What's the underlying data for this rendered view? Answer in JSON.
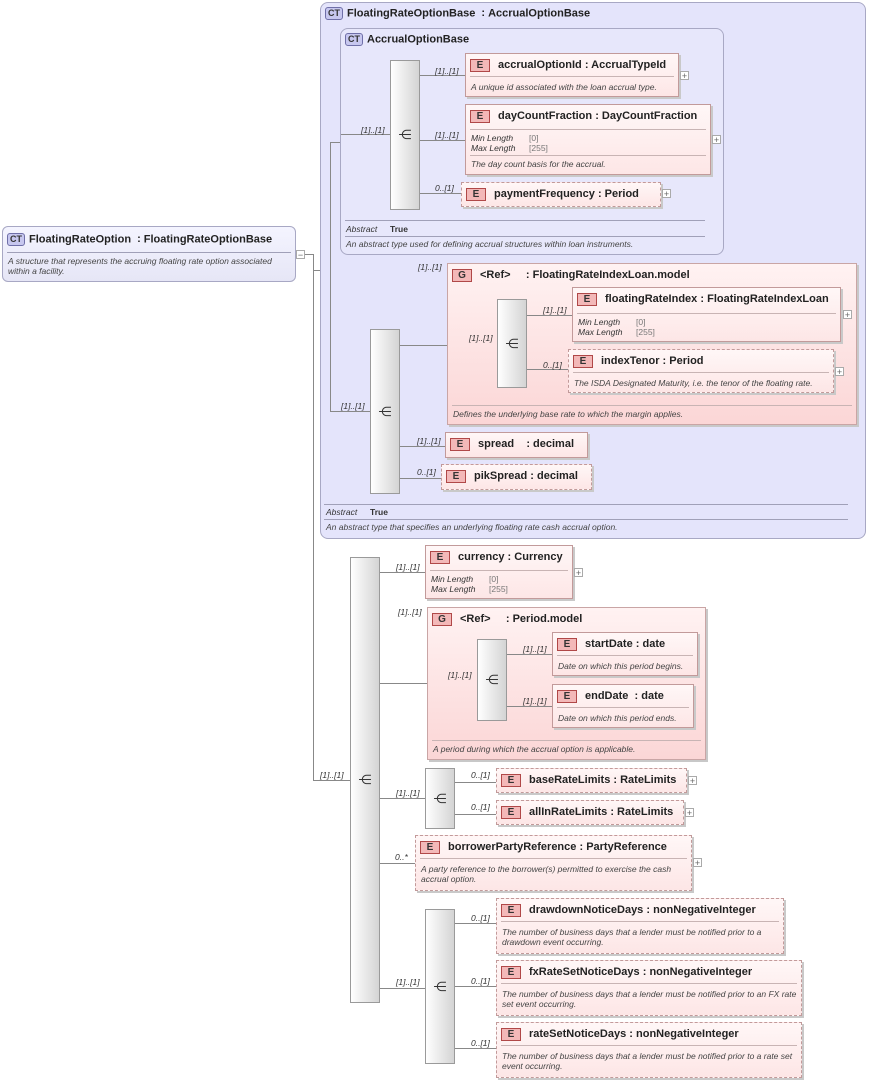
{
  "root": {
    "badge": "CT",
    "name": "FloatingRateOption",
    "type": "FloatingRateOptionBase",
    "doc": "A structure that represents the accruing floating rate option associated within a facility."
  },
  "base": {
    "badge": "CT",
    "name": "FloatingRateOptionBase",
    "type": "AccrualOptionBase",
    "abstract_label": "Abstract",
    "abstract_value": "True",
    "doc": "An abstract type that specifies an underlying floating rate cash accrual option."
  },
  "accrual": {
    "badge": "CT",
    "name": "AccrualOptionBase",
    "abstract_label": "Abstract",
    "abstract_value": "True",
    "doc": "An abstract type used for defining accrual structures within loan instruments."
  },
  "elements": {
    "accrualOptionId": {
      "badge": "E",
      "name": "accrualOptionId",
      "type": "AccrualTypeId",
      "doc": "A unique id associated with the loan accrual type.",
      "card": "[1]..[1]"
    },
    "dayCountFraction": {
      "badge": "E",
      "name": "dayCountFraction",
      "type": "DayCountFraction",
      "minlen_label": "Min Length",
      "minlen": "[0]",
      "maxlen_label": "Max Length",
      "maxlen": "[255]",
      "doc": "The day count basis for the accrual.",
      "card": "[1]..[1]"
    },
    "paymentFrequency": {
      "badge": "E",
      "name": "paymentFrequency",
      "type": "Period",
      "card": "0..[1]"
    },
    "floatingRateIndex": {
      "badge": "E",
      "name": "floatingRateIndex",
      "type": "FloatingRateIndexLoan",
      "minlen_label": "Min Length",
      "minlen": "[0]",
      "maxlen_label": "Max Length",
      "maxlen": "[255]",
      "card": "[1]..[1]"
    },
    "indexTenor": {
      "badge": "E",
      "name": "indexTenor",
      "type": "Period",
      "doc": "The ISDA Designated Maturity, i.e. the tenor of the floating rate.",
      "card": "0..[1]"
    },
    "spread": {
      "badge": "E",
      "name": "spread",
      "type": "decimal",
      "card": "[1]..[1]"
    },
    "pikSpread": {
      "badge": "E",
      "name": "pikSpread",
      "type": "decimal",
      "card": "0..[1]"
    },
    "currency": {
      "badge": "E",
      "name": "currency",
      "type": "Currency",
      "minlen_label": "Min Length",
      "minlen": "[0]",
      "maxlen_label": "Max Length",
      "maxlen": "[255]",
      "card": "[1]..[1]"
    },
    "startDate": {
      "badge": "E",
      "name": "startDate",
      "type": "date",
      "doc": "Date on which this period begins.",
      "card": "[1]..[1]"
    },
    "endDate": {
      "badge": "E",
      "name": "endDate",
      "type": "date",
      "doc": "Date on which this period ends.",
      "card": "[1]..[1]"
    },
    "baseRateLimits": {
      "badge": "E",
      "name": "baseRateLimits",
      "type": "RateLimits",
      "card": "0..[1]"
    },
    "allInRateLimits": {
      "badge": "E",
      "name": "allInRateLimits",
      "type": "RateLimits",
      "card": "0..[1]"
    },
    "borrowerPartyReference": {
      "badge": "E",
      "name": "borrowerPartyReference",
      "type": "PartyReference",
      "doc": "A party reference to the borrower(s) permitted to exercise the cash accrual option.",
      "card": "0..*"
    },
    "drawdownNoticeDays": {
      "badge": "E",
      "name": "drawdownNoticeDays",
      "type": "nonNegativeInteger",
      "doc": "The number of business days that a lender must be notified prior to a drawdown event occurring.",
      "card": "0..[1]"
    },
    "fxRateSetNoticeDays": {
      "badge": "E",
      "name": "fxRateSetNoticeDays",
      "type": "nonNegativeInteger",
      "doc": "The number of business days that a lender must be notified prior to an FX rate set event occurring.",
      "card": "0..[1]"
    },
    "rateSetNoticeDays": {
      "badge": "E",
      "name": "rateSetNoticeDays",
      "type": "nonNegativeInteger",
      "doc": "The number of business days that a lender must be notified prior to a rate set event occurring.",
      "card": "0..[1]"
    }
  },
  "groups": {
    "floatingRateIndexLoanModel": {
      "badge": "G",
      "ref": "<Ref>",
      "name": "FloatingRateIndexLoan.model",
      "doc": "Defines the underlying base rate to which the margin applies.",
      "card": "[1]..[1]"
    },
    "periodModel": {
      "badge": "G",
      "ref": "<Ref>",
      "name": "Period.model",
      "doc": "A period during which the accrual option is applicable.",
      "card": "[1]..[1]"
    }
  },
  "cards": {
    "accrualSeq": "[1]..[1]",
    "baseSeq": "[1]..[1]",
    "friSeq": "[1]..[1]",
    "mainSeq": "[1]..[1]",
    "periodSeq": "[1]..[1]",
    "limitsSeq": "[1]..[1]",
    "noticeSeq": "[1]..[1]"
  },
  "sep": ":",
  "plus": "+",
  "seq_icon": "sequence-compositor-icon"
}
